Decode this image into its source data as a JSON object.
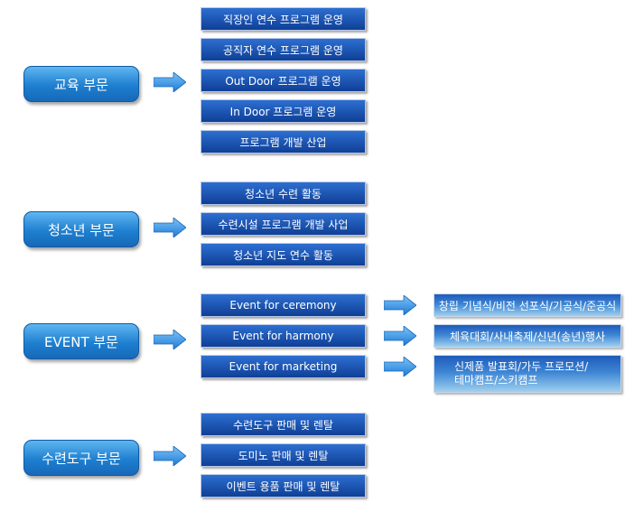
{
  "departments": [
    {
      "label": "교육 부문",
      "items": [
        "직장인 연수 프로그램 운영",
        "공직자 연수 프로그램 운영",
        "Out Door 프로그램 운영",
        "In Door 프로그램 운영",
        "프로그램 개발 산업"
      ]
    },
    {
      "label": "청소년 부문",
      "items": [
        "청소년 수련 활동",
        "수련시설 프로그램 개발 사업",
        "청소년 지도 연수 활동"
      ]
    },
    {
      "label": "EVENT 부문",
      "items": [
        "Event for ceremony",
        "Event for harmony",
        "Event for marketing"
      ],
      "details": [
        [
          "창립 기념식/비전 선포식/기공식/준공식"
        ],
        [
          "체육대회/사내축제/신년(송년)행사"
        ],
        [
          "신제품 발표회/가두 프로모션/",
          "테마캠프/스키캠프"
        ]
      ]
    },
    {
      "label": "수련도구 부문",
      "items": [
        "수련도구 판매 및 렌탈",
        "도미노 판매 및 렌탈",
        "이벤트 용품 판매 및 렌탈"
      ]
    }
  ],
  "colors": {
    "department_box": "#1e7fd0",
    "item_box": "#0f3f96",
    "arrow": "#2a8ee6",
    "detail_box": "#3d85d4"
  }
}
